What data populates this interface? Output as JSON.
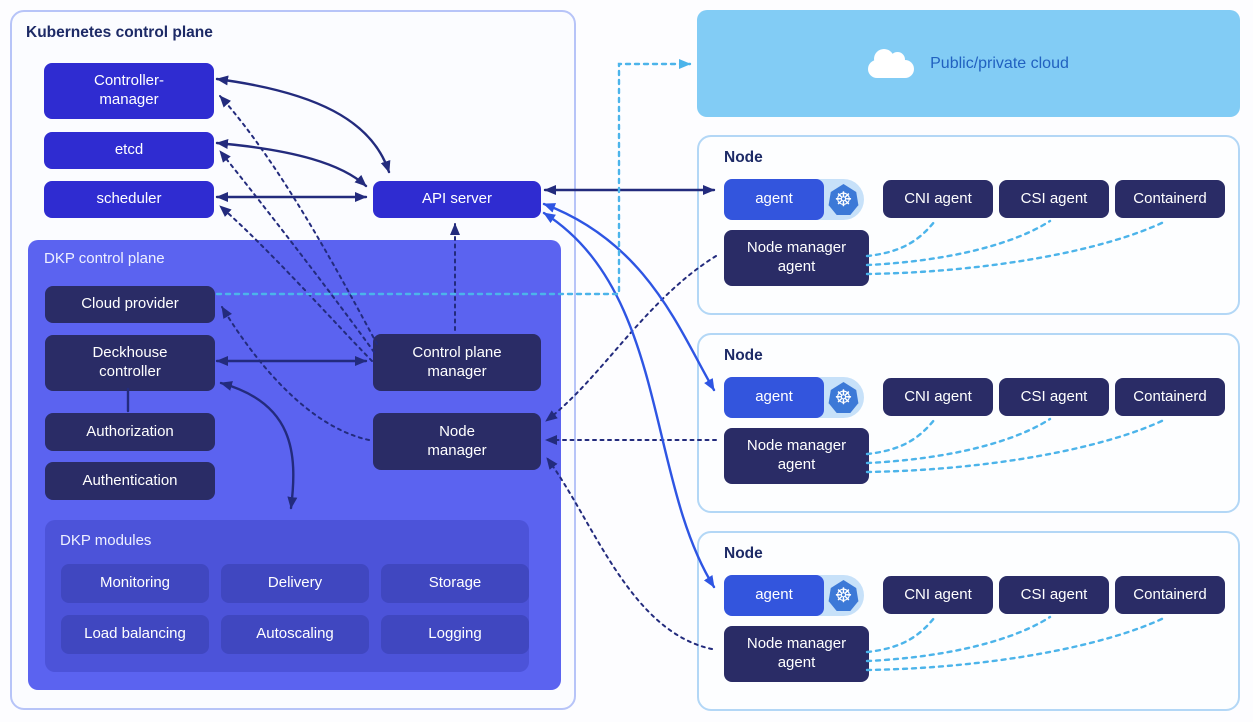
{
  "k8s": {
    "title": "Kubernetes control plane",
    "controller_manager": "Controller-manager",
    "etcd": "etcd",
    "scheduler": "scheduler",
    "api_server": "API server"
  },
  "dkp": {
    "title": "DKP control plane",
    "cloud_provider": "Cloud provider",
    "deckhouse_controller": "Deckhouse controller",
    "authorization": "Authorization",
    "authentication": "Authentication",
    "control_plane_manager": "Control plane manager",
    "node_manager": "Node manager"
  },
  "modules": {
    "title": "DKP modules",
    "items": [
      "Monitoring",
      "Delivery",
      "Storage",
      "Load balancing",
      "Autoscaling",
      "Logging"
    ]
  },
  "cloud": {
    "label": "Public/private cloud",
    "icon": "cloud-icon"
  },
  "nodes": [
    {
      "title": "Node",
      "agent": "agent",
      "kubernetes_icon": "kubernetes-wheel-icon",
      "cni_agent": "CNI agent",
      "csi_agent": "CSI agent",
      "containerd": "Containerd",
      "node_manager_agent": "Node manager agent"
    },
    {
      "title": "Node",
      "agent": "agent",
      "kubernetes_icon": "kubernetes-wheel-icon",
      "cni_agent": "CNI agent",
      "csi_agent": "CSI agent",
      "containerd": "Containerd",
      "node_manager_agent": "Node manager agent"
    },
    {
      "title": "Node",
      "agent": "agent",
      "kubernetes_icon": "kubernetes-wheel-icon",
      "cni_agent": "CNI agent",
      "csi_agent": "CSI agent",
      "containerd": "Containerd",
      "node_manager_agent": "Node manager agent"
    }
  ],
  "colors": {
    "indigo_box": "#2f2cd1",
    "navy_box": "#2a2c66",
    "dkp_background": "#5b63f0",
    "modules_panel": "#4c53d9",
    "module_chip": "#4047c0",
    "cloud_background": "#82ccf5",
    "agent_blue": "#3355dd",
    "solid_arrow_navy": "#232b7d",
    "link_arrow_blue": "#2e55e3",
    "dashed_cyan": "#4cb4ea"
  }
}
